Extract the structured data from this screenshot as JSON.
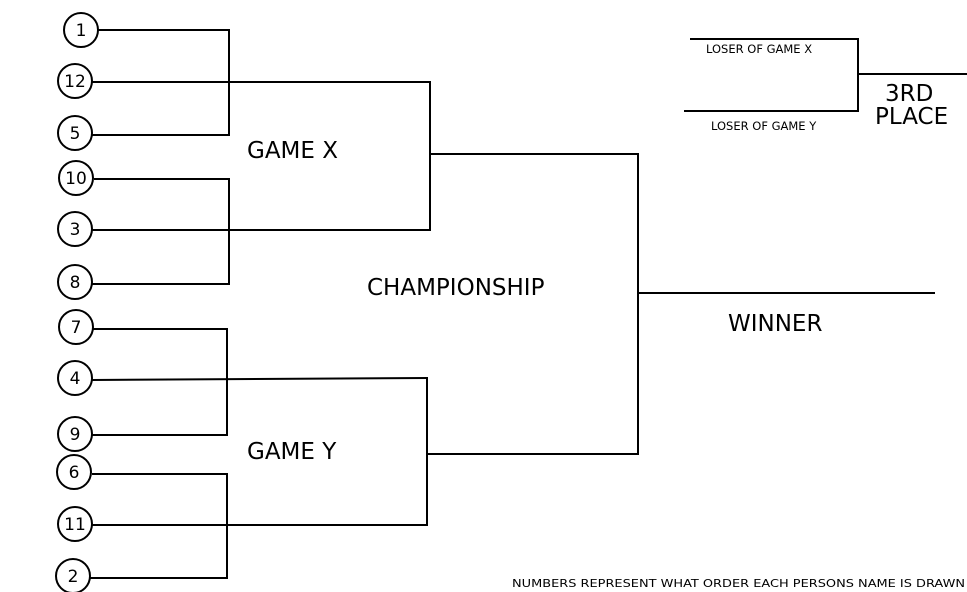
{
  "seeds": [
    "1",
    "12",
    "5",
    "10",
    "3",
    "8",
    "7",
    "4",
    "9",
    "6",
    "11",
    "2"
  ],
  "labels": {
    "game_x": "GAME X",
    "game_y": "GAME Y",
    "championship": "CHAMPIONSHIP",
    "winner": "WINNER",
    "loser_game_x": "LOSER OF GAME X",
    "loser_game_y": "LOSER OF GAME Y",
    "third_place_line1": "3RD",
    "third_place_line2": "PLACE"
  },
  "footer_note": "NUMBERS REPRESENT WHAT ORDER EACH PERSONS NAME IS DRAWN"
}
